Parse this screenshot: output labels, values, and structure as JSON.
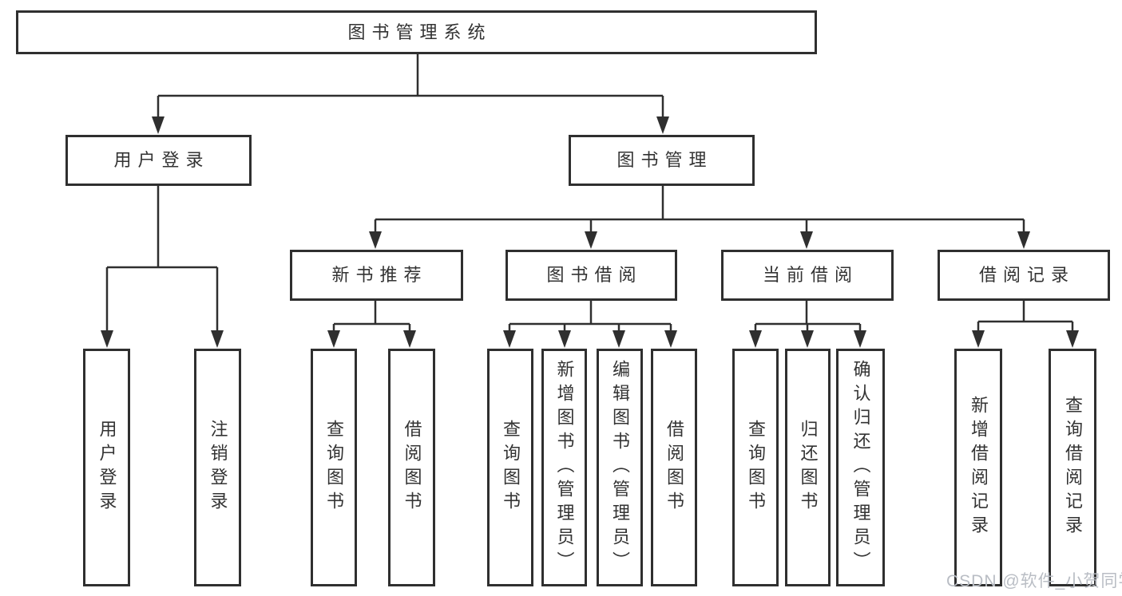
{
  "title": {
    "label": "图书管理系统"
  },
  "level2": [
    {
      "label": "用户登录"
    },
    {
      "label": "图书管理"
    }
  ],
  "level3": [
    {
      "label": "新书推荐"
    },
    {
      "label": "图书借阅"
    },
    {
      "label": "当前借阅"
    },
    {
      "label": "借阅记录"
    }
  ],
  "leaves": [
    {
      "label": "用户登录"
    },
    {
      "label": "注销登录"
    },
    {
      "label": "查询图书"
    },
    {
      "label": "借阅图书"
    },
    {
      "label": "查询图书"
    },
    {
      "label": "新增图书（管理员）"
    },
    {
      "label": "编辑图书（管理员）"
    },
    {
      "label": "借阅图书"
    },
    {
      "label": "查询图书"
    },
    {
      "label": "归还图书"
    },
    {
      "label": "确认归还（管理员）"
    },
    {
      "label": "新增借阅记录"
    },
    {
      "label": "查询借阅记录"
    }
  ],
  "watermark": {
    "text": "CSDN @软件_小贺同学"
  },
  "colors": {
    "line": "#2f2f2f",
    "text": "#333333",
    "watermark": "#b9bdc4",
    "background": "#ffffff"
  }
}
